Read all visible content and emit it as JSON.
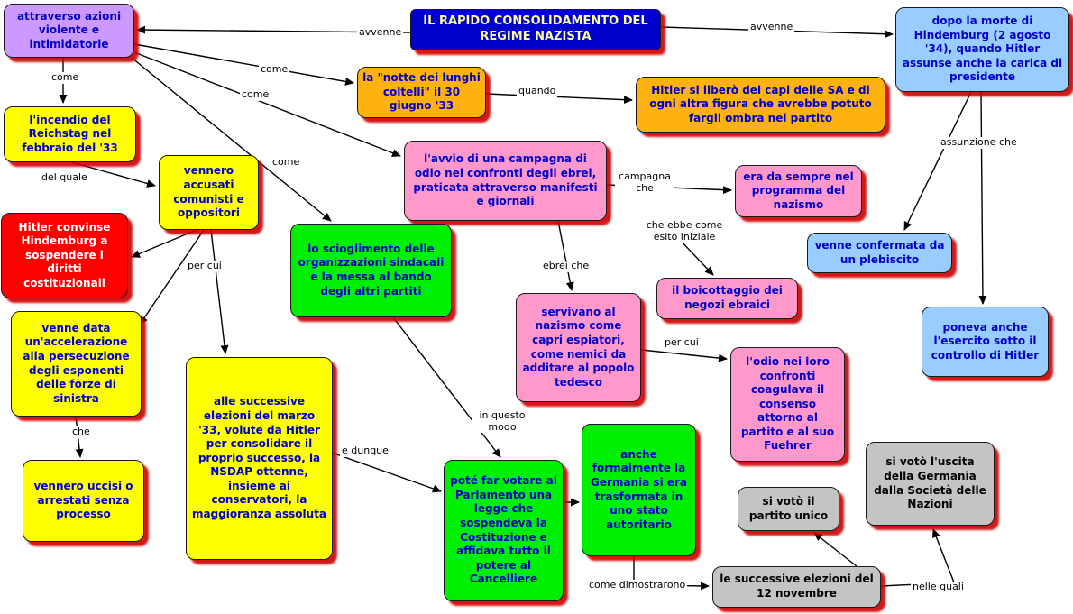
{
  "palette": {
    "title_bg": "#0000cc",
    "title_text": "#ffff99",
    "node_text_blue": "#0000cc",
    "purple": "#cc99ff",
    "yellow": "#ffff00",
    "orange": "#ffb20d",
    "pink": "#ff99cc",
    "green": "#00ee00",
    "light_blue": "#99ccff",
    "red": "#ff0000",
    "gray": "#c4c4c4",
    "shadow_red": "#cd0000",
    "line_black": "#000000"
  },
  "title": {
    "text": "IL RAPIDO CONSOLIDAMENTO DEL REGIME NAZISTA"
  },
  "nodes": {
    "azioni_violente": "attraverso azioni violente e intimidatorie",
    "morte_hindemburg": "dopo la morte di Hindemburg (2 agosto '34), quando Hitler assunse anche la carica di presidente",
    "notte_coltelli": "la \"notte dei lunghi coltelli\" il 30 giugno '33",
    "epurazione_sa": "Hitler si liberò dei capi delle SA e di ogni altra figura che avrebbe potuto fargli ombra nel partito",
    "incendio_reichstag": "l'incendio del Reichstag nel febbraio del '33",
    "accusati": "vennero accusati comunisti e oppositori",
    "campagna_odio": "l'avvio di una campagna di odio nei confronti degli ebrei, praticata attraverso manifesti e giornali",
    "programma_nazismo": "era da sempre nel programma del nazismo",
    "sospensione_diritti": "Hitler convinse Hindemburg a sospendere i diritti costituzionali",
    "plebiscito": "venne confermata da un plebiscito",
    "boicottaggio": "il boicottaggio dei negozi ebraici",
    "scioglimento_sindacati": "lo scioglimento delle organizzazioni sindacali e la messa al bando degli altri partiti",
    "persecuzione_sinistra": "venne data un'accelerazione alla persecuzione degli esponenti delle forze di sinistra",
    "capri_espiatori": "servivano al nazismo come capri espiatori, come nemici da additare al popolo tedesco",
    "odio_consenso": "l'odio nei loro confronti coagulava il consenso attorno al partito e al suo Fuehrer",
    "esercito": "poneva anche l'esercito sotto il controllo di Hitler",
    "uccisi_arrestati": "vennero uccisi o arrestati senza processo",
    "elezioni_marzo": "alle successive elezioni del marzo '33, volute da Hitler per consolidare il proprio successo, la NSDAP ottenne, insieme ai conservatori, la maggioranza assoluta",
    "legge_pieni_poteri": "poté far votare al Parlamento una legge che sospendeva la Costituzione e affidava tutto il potere al Cancelliere",
    "stato_autoritario": "anche formalmente la Germania si era trasformata in uno stato autoritario",
    "partito_unico": "si votò il partito unico",
    "uscita_societa_nazioni": "si votò l'uscita della Germania dalla Società delle Nazioni",
    "elezioni_novembre": "le successive elezioni del 12 novembre"
  },
  "labels": {
    "avvenne_sx": "avvenne",
    "avvenne_dx": "avvenne",
    "come_1": "come",
    "come_2": "come",
    "come_3": "come",
    "come_4": "come",
    "quando": "quando",
    "del_quale": "del quale",
    "campagna_che": "campagna che",
    "esito_iniziale": "che ebbe come esito iniziale",
    "ebrei_che": "ebrei che",
    "per_cui_1": "per cui",
    "per_cui_2": "per cui",
    "che": "che",
    "in_questo_modo": "in questo modo",
    "e_dunque": "e dunque",
    "assunzione_che": "assunzione che",
    "come_dimostrarono": "come dimostrarono",
    "nelle_quali": "nelle quali"
  }
}
